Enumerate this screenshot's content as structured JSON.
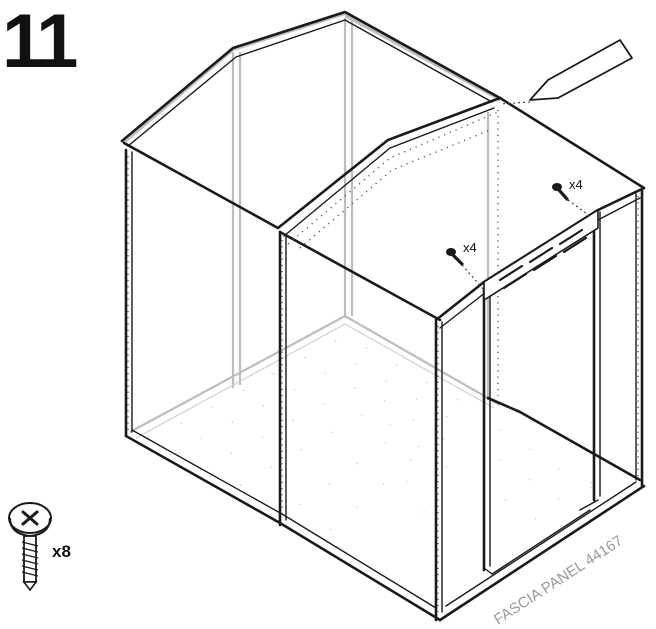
{
  "step": {
    "number": "11"
  },
  "hardware": {
    "total_quantity": "x8",
    "front_quantity": "x4",
    "rear_quantity": "x4"
  },
  "part_label": "FASCIA PANEL 44167",
  "colors": {
    "ink": "#1a1a1a",
    "ghost": "#bdbdbd",
    "caption": "#9a9a9a"
  }
}
